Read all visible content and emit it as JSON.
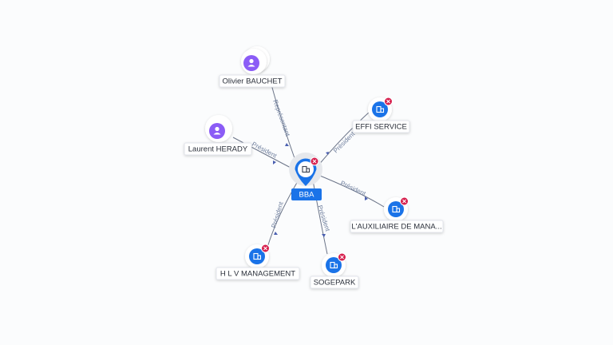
{
  "graph": {
    "center": {
      "name": "BBA",
      "type": "company",
      "flag": "close-icon"
    },
    "colors": {
      "accent": "#1a73e8",
      "person": "#8b5cf6",
      "company": "#1a73e8",
      "alert": "#d6204e",
      "edge": "#6b7488",
      "edge_label": "#6f7f9e"
    },
    "nodes": [
      {
        "id": "olivier",
        "name": "Olivier BAUCHET",
        "type": "person",
        "icon": "person-icon",
        "relation": "Représentant",
        "alert": false
      },
      {
        "id": "laurent",
        "name": "Laurent HERADY",
        "type": "person",
        "icon": "person-icon",
        "relation": "Président",
        "alert": false
      },
      {
        "id": "effi",
        "name": "EFFI SERVICE",
        "type": "company",
        "icon": "building-icon",
        "relation": "Président",
        "alert": true
      },
      {
        "id": "auxiliaire",
        "name": "L'AUXILIAIRE DE MANA...",
        "type": "company",
        "icon": "building-icon",
        "relation": "Président",
        "alert": true
      },
      {
        "id": "sogepark",
        "name": "SOGEPARK",
        "type": "company",
        "icon": "building-icon",
        "relation": "Président",
        "alert": true
      },
      {
        "id": "hlv",
        "name": "H L V MANAGEMENT",
        "type": "company",
        "icon": "building-icon",
        "relation": "Président",
        "alert": true
      }
    ]
  }
}
